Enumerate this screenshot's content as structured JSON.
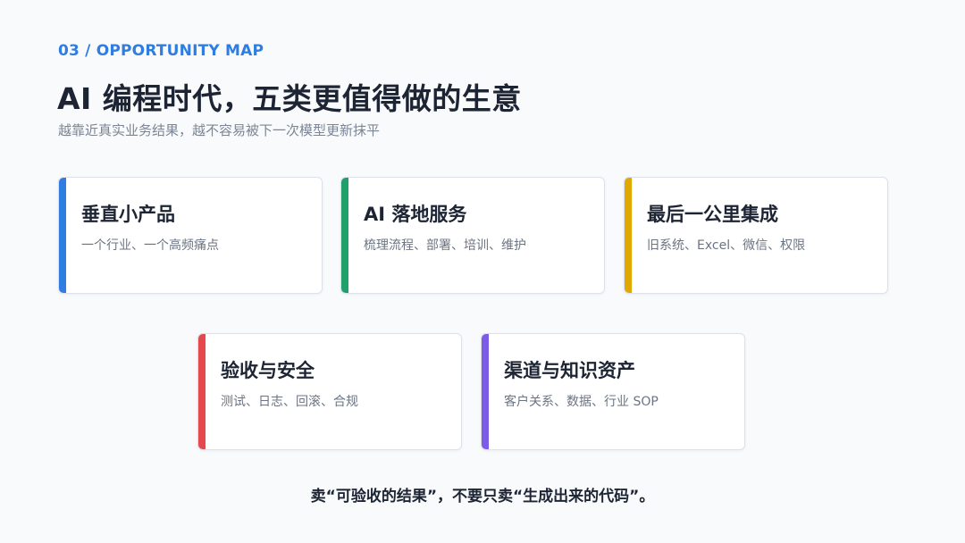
{
  "header": {
    "kicker": "03 / OPPORTUNITY MAP",
    "title": "AI 编程时代，五类更值得做的生意",
    "subtitle": "越靠近真实业务结果，越不容易被下一次模型更新抹平"
  },
  "cards": [
    {
      "title": "垂直小产品",
      "desc": "一个行业、一个高频痛点",
      "accent": "#2f7de1"
    },
    {
      "title": "AI 落地服务",
      "desc": "梳理流程、部署、培训、维护",
      "accent": "#22a06b"
    },
    {
      "title": "最后一公里集成",
      "desc": "旧系统、Excel、微信、权限",
      "accent": "#e0a800"
    },
    {
      "title": "验收与安全",
      "desc": "测试、日志、回滚、合规",
      "accent": "#e5484d"
    },
    {
      "title": "渠道与知识资产",
      "desc": "客户关系、数据、行业 SOP",
      "accent": "#7c5ce6"
    }
  ],
  "footer": {
    "text": "卖“可验收的结果”，不要只卖“生成出来的代码”。"
  }
}
